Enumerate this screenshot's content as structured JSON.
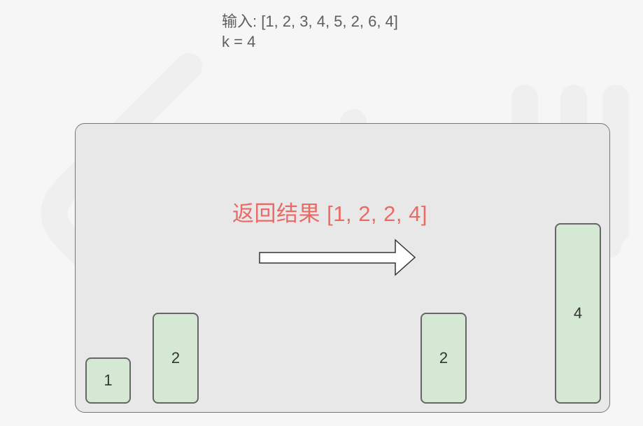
{
  "header": {
    "input_line": "输入: [1, 2, 3, 4, 5, 2, 6, 4]",
    "k_line": "k = 4"
  },
  "result": {
    "label": "返回结果  [1, 2, 2, 4]"
  },
  "bars": [
    {
      "value": "1"
    },
    {
      "value": "2"
    },
    {
      "value": "2"
    },
    {
      "value": "4"
    }
  ],
  "colors": {
    "result_text": "#ea6b66",
    "bar_fill": "#d5e8d4",
    "bar_stroke": "#666666",
    "panel_fill": "#e8e8e8"
  }
}
